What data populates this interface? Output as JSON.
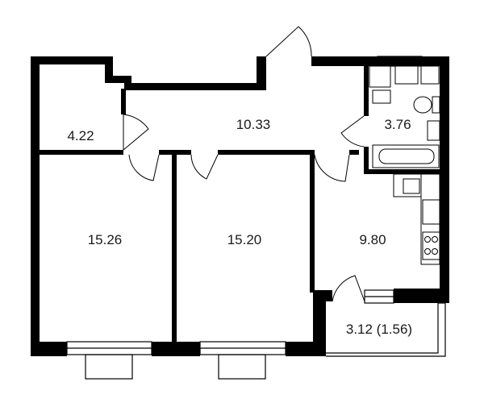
{
  "rooms": [
    {
      "id": "storage",
      "area": "4.22"
    },
    {
      "id": "hall",
      "area": "10.33"
    },
    {
      "id": "bathroom",
      "area": "3.76"
    },
    {
      "id": "bedroom-left",
      "area": "15.26"
    },
    {
      "id": "bedroom-center",
      "area": "15.20"
    },
    {
      "id": "kitchen",
      "area": "9.80"
    },
    {
      "id": "balcony",
      "area": "3.12 (1.56)"
    }
  ],
  "colors": {
    "wall": "#000000",
    "background": "#ffffff",
    "text": "#1a1a1a"
  }
}
